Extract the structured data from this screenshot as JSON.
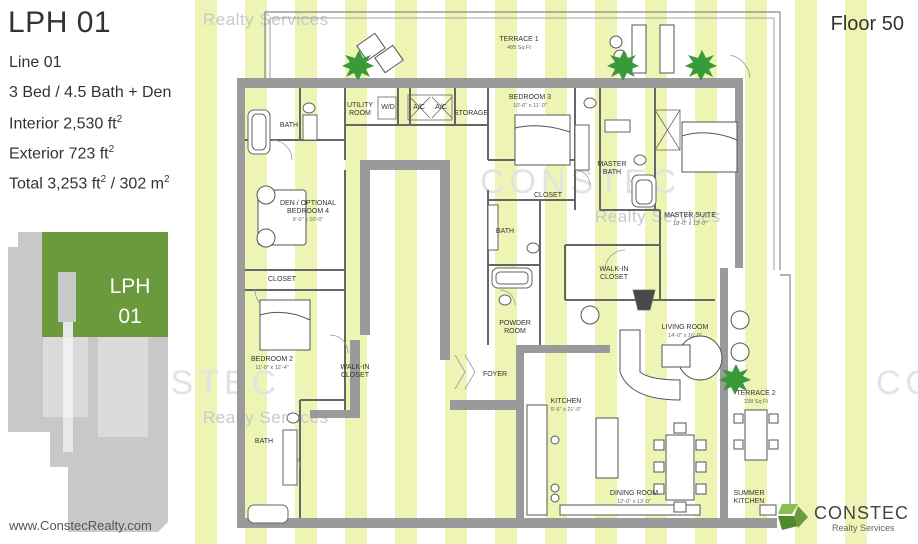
{
  "header": {
    "unit": "LPH 01",
    "floor": "Floor 50"
  },
  "specs": {
    "line": "Line 01",
    "layout": "3 Bed / 4.5 Bath + Den",
    "interior_label": "Interior 2,530 ft",
    "exterior_label": "Exterior 723 ft",
    "total_label": "Total 3,253 ft",
    "total_metric": " / 302 m",
    "sup": "2"
  },
  "keyplan": {
    "label_line1": "LPH",
    "label_line2": "01",
    "highlight_color": "#6a9a3c",
    "base_color": "#c8c8c8"
  },
  "watermark": {
    "brand": "CONSTEC",
    "sub": "Realty Services"
  },
  "rooms": {
    "terrace1": {
      "name": "TERRACE 1",
      "dim": "485 Sq Ft"
    },
    "bedroom3": {
      "name": "BEDROOM 3",
      "dim": "10'-0\" x 11'-0\""
    },
    "utility": {
      "name": "UTILITY ROOM"
    },
    "wd": {
      "name": "W/D"
    },
    "ac1": {
      "name": "A/C"
    },
    "ac2": {
      "name": "A/C"
    },
    "storage": {
      "name": "STORAGE"
    },
    "bath_top": {
      "name": "BATH"
    },
    "den": {
      "name": "DEN / OPTIONAL BEDROOM 4",
      "dim": "9'-0\" x 10'-0\""
    },
    "closet_den": {
      "name": "CLOSET"
    },
    "closet_b3": {
      "name": "CLOSET"
    },
    "master_bath": {
      "name": "MASTER BATH"
    },
    "master_suite": {
      "name": "MASTER SUITE",
      "dim": "18'-0\" x 13'-0\""
    },
    "bath_mid": {
      "name": "BATH"
    },
    "walkin_master": {
      "name": "WALK-IN CLOSET"
    },
    "bedroom2": {
      "name": "BEDROOM 2",
      "dim": "11'-0\" x 12'-4\""
    },
    "walkin_b2": {
      "name": "WALK-IN CLOSET"
    },
    "powder": {
      "name": "POWDER ROOM"
    },
    "living": {
      "name": "LIVING ROOM",
      "dim": "14'-0\" x 16'-0\""
    },
    "foyer": {
      "name": "FOYER"
    },
    "kitchen": {
      "name": "KITCHEN",
      "dim": "9'-6\" x 21'-0\""
    },
    "terrace2": {
      "name": "TERRACE 2",
      "dim": "238 Sq Ft"
    },
    "bath_bottom": {
      "name": "BATH"
    },
    "dining": {
      "name": "DINING ROOM",
      "dim": "12'-0\" x 13'-0\""
    },
    "summer_kitchen": {
      "name": "SUMMER KITCHEN"
    }
  },
  "footer": {
    "url": "www.ConstecRealty.com",
    "logo_name": "CONSTEC",
    "logo_sub": "Realty Services"
  },
  "colors": {
    "accent_yellow": "#eef4b4",
    "wall_gray": "#9a9a9a",
    "brand_green": "#6a9a3c",
    "plant_green": "#3a9a3a"
  }
}
